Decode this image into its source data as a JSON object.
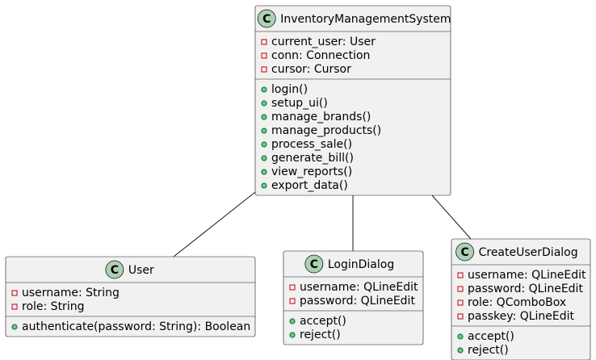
{
  "diagram": {
    "classes": [
      {
        "id": "inventory",
        "stereotype_letter": "C",
        "name": "InventoryManagementSystem",
        "attributes": [
          {
            "visibility": "private",
            "text": "current_user: User"
          },
          {
            "visibility": "private",
            "text": "conn: Connection"
          },
          {
            "visibility": "private",
            "text": "cursor: Cursor"
          }
        ],
        "methods": [
          {
            "visibility": "public",
            "text": "login()"
          },
          {
            "visibility": "public",
            "text": "setup_ui()"
          },
          {
            "visibility": "public",
            "text": "manage_brands()"
          },
          {
            "visibility": "public",
            "text": "manage_products()"
          },
          {
            "visibility": "public",
            "text": "process_sale()"
          },
          {
            "visibility": "public",
            "text": "generate_bill()"
          },
          {
            "visibility": "public",
            "text": "view_reports()"
          },
          {
            "visibility": "public",
            "text": "export_data()"
          }
        ]
      },
      {
        "id": "user",
        "stereotype_letter": "C",
        "name": "User",
        "attributes": [
          {
            "visibility": "private",
            "text": "username: String"
          },
          {
            "visibility": "private",
            "text": "role: String"
          }
        ],
        "methods": [
          {
            "visibility": "public",
            "text": "authenticate(password: String): Boolean"
          }
        ]
      },
      {
        "id": "login",
        "stereotype_letter": "C",
        "name": "LoginDialog",
        "attributes": [
          {
            "visibility": "private",
            "text": "username: QLineEdit"
          },
          {
            "visibility": "private",
            "text": "password: QLineEdit"
          }
        ],
        "methods": [
          {
            "visibility": "public",
            "text": "accept()"
          },
          {
            "visibility": "public",
            "text": "reject()"
          }
        ]
      },
      {
        "id": "createuser",
        "stereotype_letter": "C",
        "name": "CreateUserDialog",
        "attributes": [
          {
            "visibility": "private",
            "text": "username: QLineEdit"
          },
          {
            "visibility": "private",
            "text": "password: QLineEdit"
          },
          {
            "visibility": "private",
            "text": "role: QComboBox"
          },
          {
            "visibility": "private",
            "text": "passkey: QLineEdit"
          }
        ],
        "methods": [
          {
            "visibility": "public",
            "text": "accept()"
          },
          {
            "visibility": "public",
            "text": "reject()"
          }
        ]
      }
    ],
    "associations": [
      {
        "from": "inventory",
        "to": "user"
      },
      {
        "from": "inventory",
        "to": "login"
      },
      {
        "from": "inventory",
        "to": "createuser"
      }
    ]
  }
}
